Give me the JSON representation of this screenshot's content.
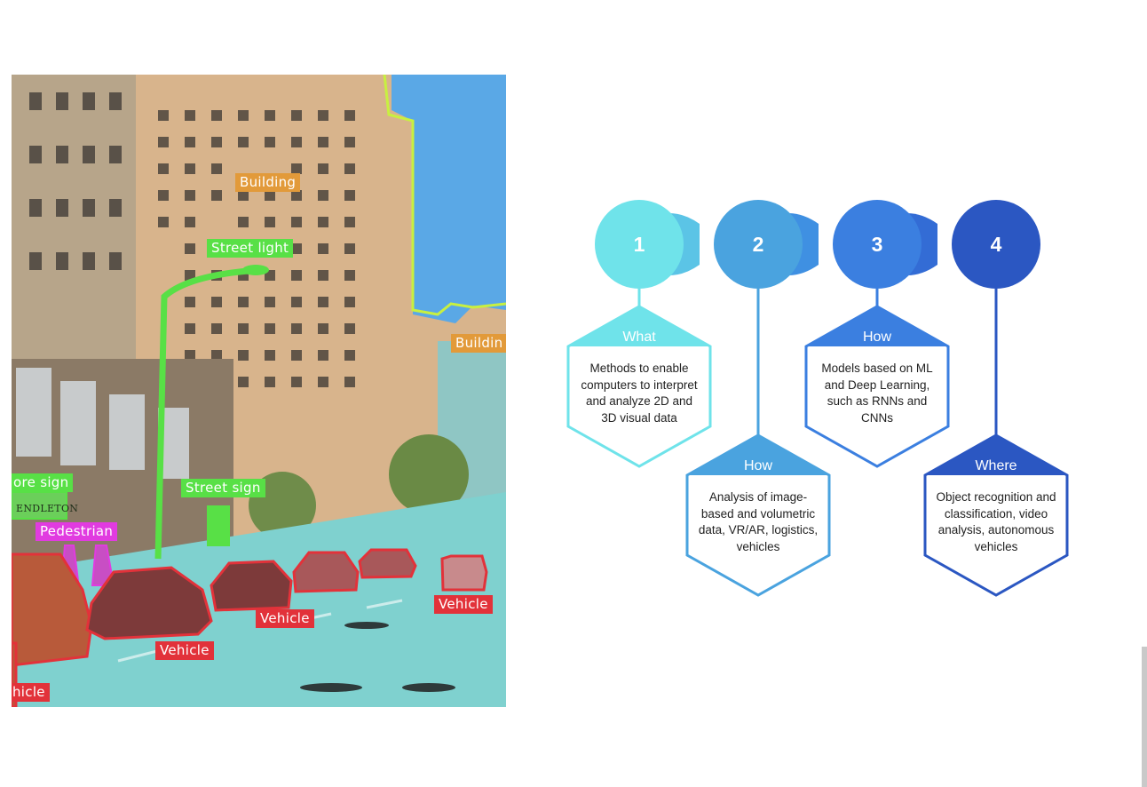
{
  "photo_labels": {
    "building_top": "Building",
    "building_right": "Buildin",
    "street_light": "Street light",
    "store_sign": "ore sign",
    "street_sign": "Street sign",
    "store_sign_text": "ENDLETON",
    "pedestrian": "Pedestrian",
    "vehicle_center": "Vehicle",
    "vehicle_right": "Vehicle",
    "vehicle_left": "Vehicle",
    "vehicle_edge": "hicle"
  },
  "steps": [
    {
      "number": "1",
      "title": "What",
      "body": "Methods to enable computers to interpret and analyze 2D and 3D visual data",
      "color": "#6fe3ea",
      "border": "#6fe3ea"
    },
    {
      "number": "2",
      "title": "How",
      "body": "Analysis of image-based and volumetric data, VR/AR, logistics, vehicles",
      "color": "#4aa3df",
      "border": "#4aa3df"
    },
    {
      "number": "3",
      "title": "How",
      "body": "Models  based on ML and Deep Learning, such as RNNs and CNNs",
      "color": "#3b7fe0",
      "border": "#3b7fe0"
    },
    {
      "number": "4",
      "title": "Where",
      "body": "Object recognition and classification, video analysis, autonomous vehicles",
      "color": "#2b57c2",
      "border": "#2b57c2"
    }
  ]
}
